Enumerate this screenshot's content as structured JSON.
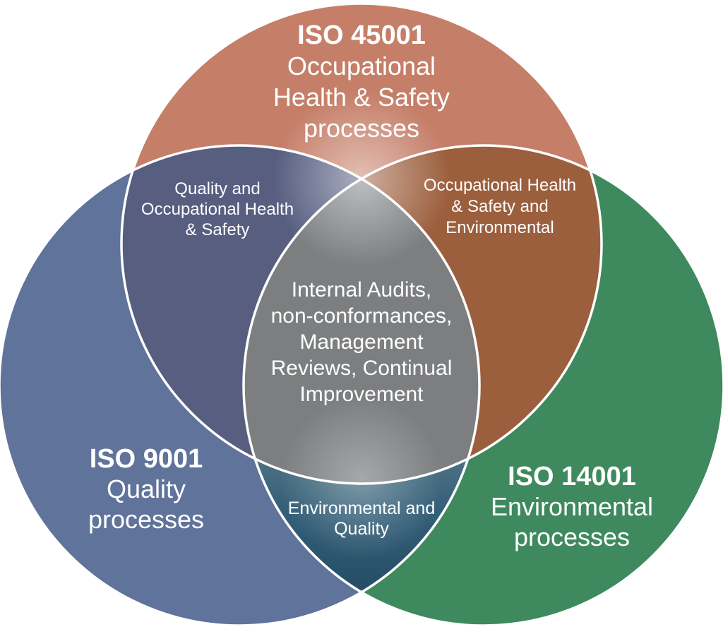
{
  "diagram": {
    "background": "#ffffff",
    "outline_color": "#ffffff",
    "text_color": "#ffffff",
    "circles": {
      "iso45001": {
        "title": "ISO 45001",
        "lines": [
          "Occupational",
          "Health & Safety",
          "processes"
        ],
        "color": "#c57e68"
      },
      "iso9001": {
        "title": "ISO 9001",
        "lines": [
          "Quality",
          "processes"
        ],
        "color": "#60739a"
      },
      "iso14001": {
        "title": "ISO 14001",
        "lines": [
          "Environmental",
          "processes"
        ],
        "color": "#3e8a5e"
      }
    },
    "overlaps": {
      "quality_ohs": {
        "lines": [
          "Quality and",
          "Occupational Health",
          "& Safety"
        ],
        "color": "#575e80"
      },
      "ohs_environmental": {
        "lines": [
          "Occupational Health",
          "& Safety and",
          "Environmental"
        ],
        "color": "#9c5f3e"
      },
      "environmental_quality": {
        "lines": [
          "Environmental and",
          "Quality"
        ],
        "color_top": "#4d7183",
        "color_mid": "#356079",
        "color_bottom": "#244c64"
      },
      "center": {
        "lines": [
          "Internal Audits,",
          "non-conformances,",
          "Management",
          "Reviews, Continual",
          "Improvement"
        ],
        "color": "#7c7e80"
      }
    }
  }
}
